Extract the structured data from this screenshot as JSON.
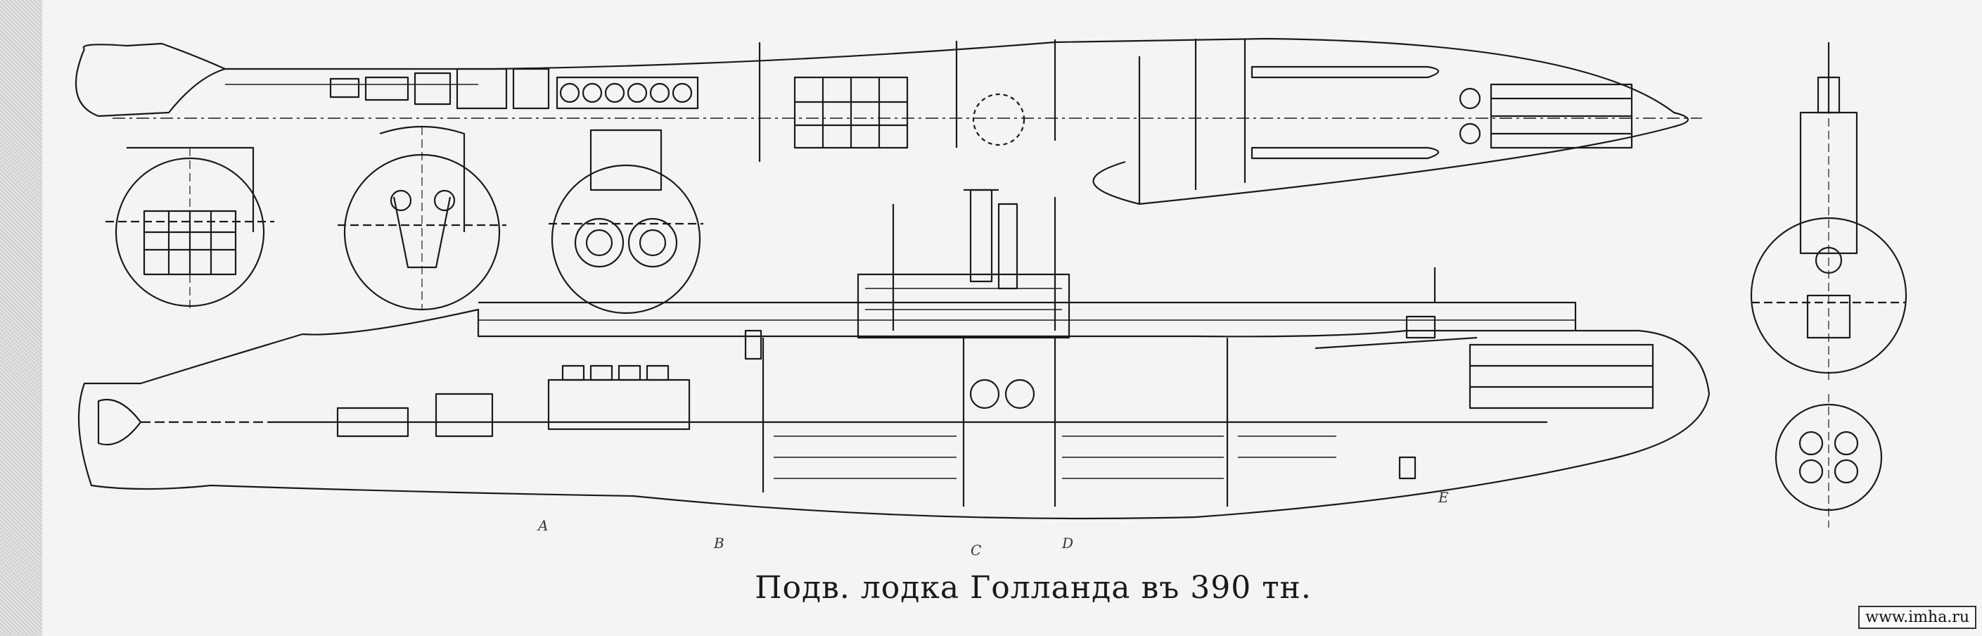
{
  "caption": "Подв. лодка Голланда въ 390 тн.",
  "watermark": "www.imha.ru",
  "section_letters": [
    "A",
    "B",
    "C",
    "D",
    "E"
  ],
  "colors": {
    "ink": "#1a1a1a",
    "paper": "#f4f4f2",
    "margin": "#d9d9d9"
  }
}
